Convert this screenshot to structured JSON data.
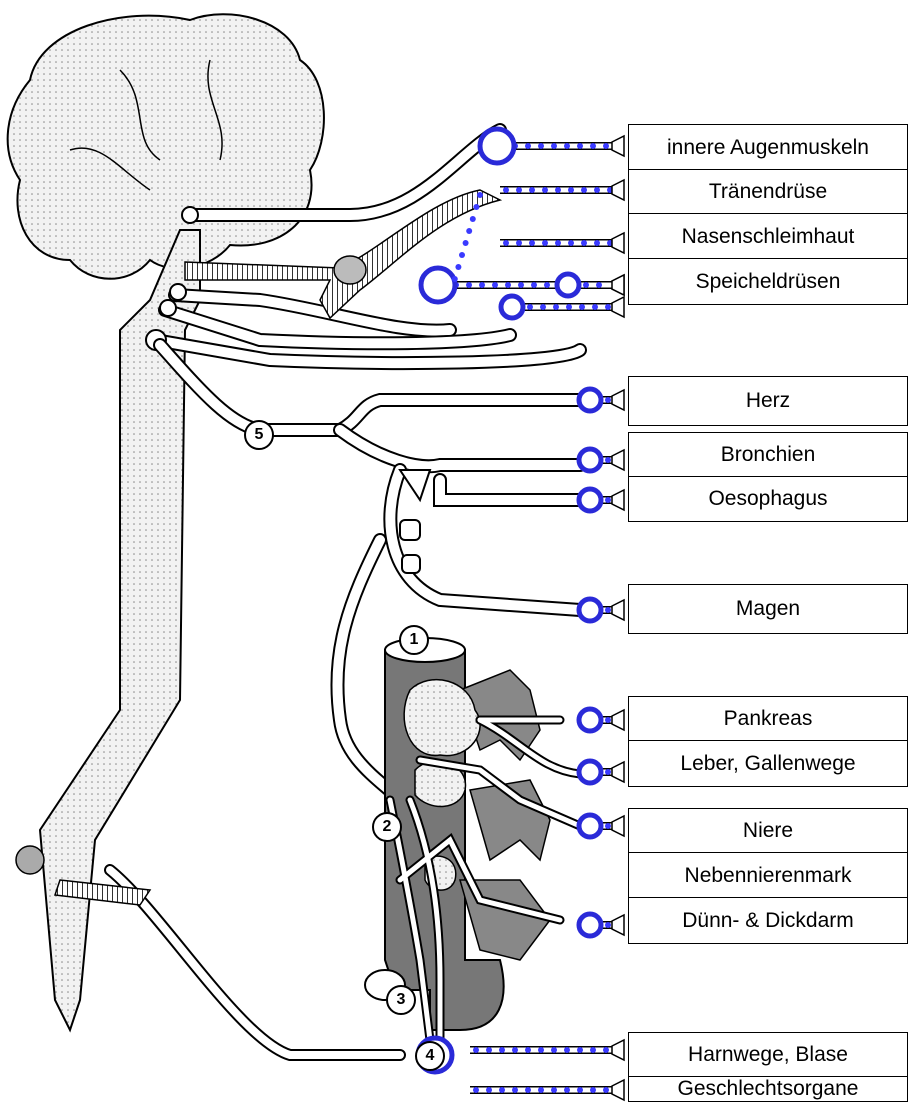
{
  "organ_labels": [
    "innere Augenmuskeln",
    "Tränendrüse",
    "Nasenschleimhaut",
    "Speicheldrüsen",
    "Herz",
    "Bronchien",
    "Oesophagus",
    "Magen",
    "Pankreas",
    "Leber, Gallenwege",
    "Niere",
    "Nebennierenmark",
    "Dünn- & Dickdarm",
    "Harnwege, Blase",
    "Geschlechtsorgane"
  ],
  "markers": [
    "1",
    "2",
    "3",
    "4",
    "5"
  ],
  "colors": {
    "ganglion_blue": "#2a2ad8",
    "fiber_dots": "#3a3aff",
    "brain_fill": "#e8e8e8",
    "aorta_fill": "#777777",
    "outline": "#000000"
  }
}
